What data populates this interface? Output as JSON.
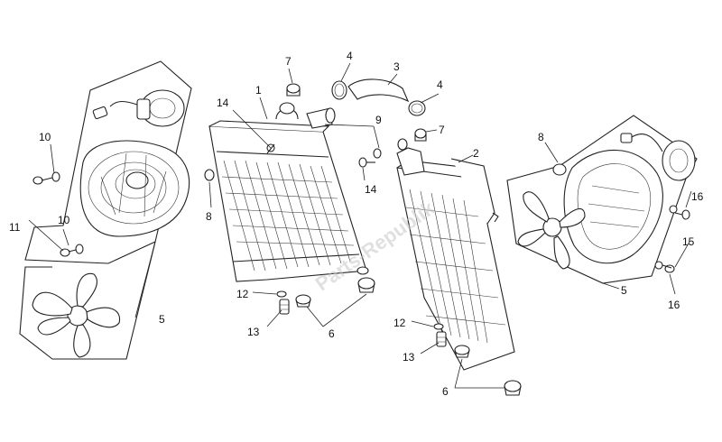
{
  "watermark": "Parts-Republik",
  "callouts": {
    "c1": "1",
    "c2": "2",
    "c3": "3",
    "c4a": "4",
    "c4b": "4",
    "c5a": "5",
    "c5b": "5",
    "c6a": "6",
    "c6b": "6",
    "c7a": "7",
    "c7b": "7",
    "c8a": "8",
    "c8b": "8",
    "c9": "9",
    "c10a": "10",
    "c10b": "10",
    "c11": "11",
    "c12a": "12",
    "c12b": "12",
    "c13a": "13",
    "c13b": "13",
    "c14a": "14",
    "c14b": "14",
    "c15": "15",
    "c16a": "16",
    "c16b": "16"
  }
}
